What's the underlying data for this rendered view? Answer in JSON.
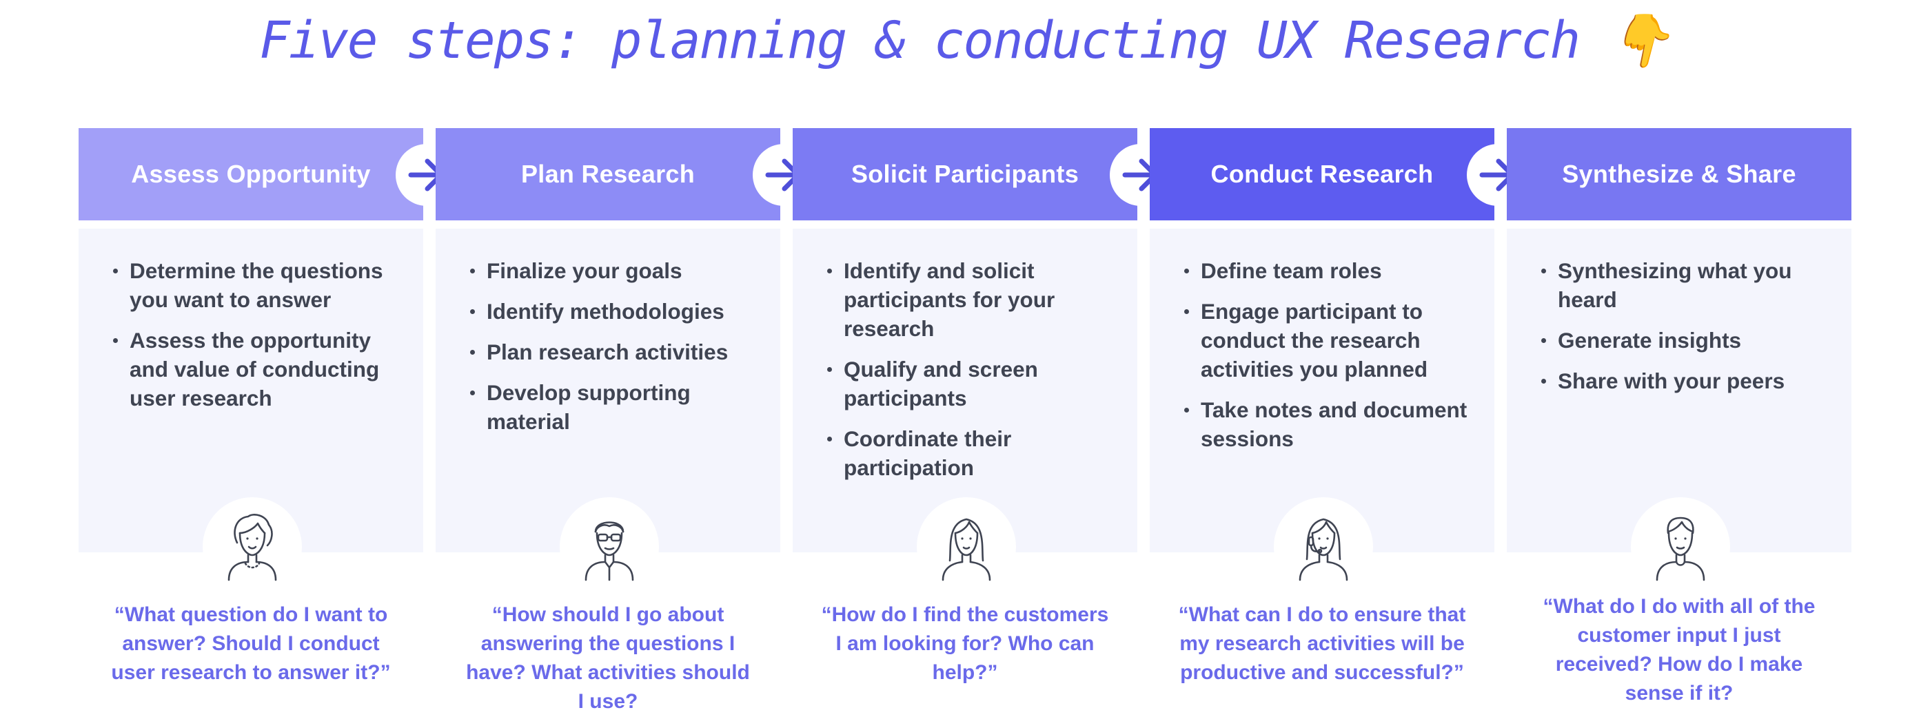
{
  "title": "Five steps: planning & conducting UX Research 👇",
  "colors": {
    "accent": "#5a5ae8",
    "bullet_text": "#3f4452",
    "quote_text": "#6a6aea",
    "card_body": "#f4f5fd",
    "arrow": "#4f4fd9"
  },
  "steps": [
    {
      "title": "Assess Opportunity",
      "color": "#a29ff8",
      "icon": "woman-with-necklace-icon",
      "bullets": [
        "Determine the questions you want to answer",
        "Assess the opportunity and value of conducting user research"
      ],
      "quote": "“What question do I want to answer? Should I conduct user research to answer it?”"
    },
    {
      "title": "Plan Research",
      "color": "#8d8cf6",
      "icon": "man-with-glasses-icon",
      "bullets": [
        "Finalize your goals",
        "Identify methodologies",
        "Plan research activities",
        "Develop supporting material"
      ],
      "quote": "“How should I go about answering the questions I have? What activities should I use?"
    },
    {
      "title": "Solicit Participants",
      "color": "#7c7bf3",
      "icon": "woman-long-hair-icon",
      "bullets": [
        "Identify and solicit participants for your research",
        "Qualify and screen participants",
        "Coordinate their participation"
      ],
      "quote": "“How do I find the customers I am looking for? Who can help?”"
    },
    {
      "title": "Conduct Research",
      "color": "#5d5cf0",
      "icon": "woman-headset-icon",
      "bullets": [
        "Define team roles",
        "Engage participant to conduct the research activities you planned",
        "Take notes and document sessions"
      ],
      "quote": "“What can I do to ensure that my research activities will be productive and successful?”"
    },
    {
      "title": "Synthesize & Share",
      "color": "#7877f2",
      "icon": "man-short-hair-icon",
      "bullets": [
        "Synthesizing what you heard",
        "Generate insights",
        "Share with your peers"
      ],
      "quote": "“What do I do with all of the customer input I just received? How do I make sense if it?"
    }
  ]
}
